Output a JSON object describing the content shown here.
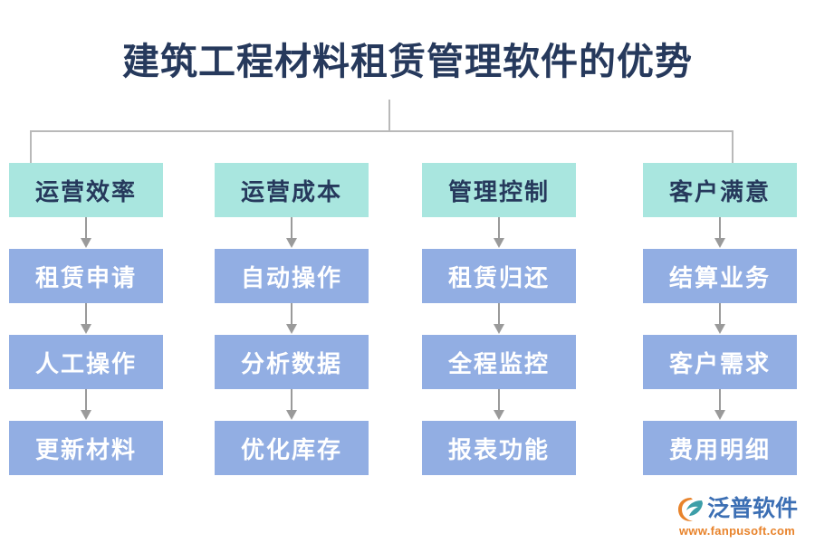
{
  "title": "建筑工程材料租赁管理软件的优势",
  "colors": {
    "title_text": "#26395C",
    "header_box_bg": "#A9E6DF",
    "header_box_text": "#26395C",
    "item_box_bg": "#92AEE3",
    "item_box_text": "#FFFFFF",
    "connector_line": "#B9B9B9",
    "arrow": "#9A9A9A",
    "logo_name": "#3C6FB4",
    "logo_url": "#E8832B",
    "background": "#FFFFFF"
  },
  "diagram": {
    "type": "tree",
    "root_label": "建筑工程材料租赁管理软件的优势",
    "columns": [
      {
        "header": "运营效率",
        "items": [
          "租赁申请",
          "人工操作",
          "更新材料"
        ]
      },
      {
        "header": "运营成本",
        "items": [
          "自动操作",
          "分析数据",
          "优化库存"
        ]
      },
      {
        "header": "管理控制",
        "items": [
          "租赁归还",
          "全程监控",
          "报表功能"
        ]
      },
      {
        "header": "客户满意",
        "items": [
          "结算业务",
          "客户需求",
          "费用明细"
        ]
      }
    ]
  },
  "logo": {
    "name": "泛普软件",
    "url": "www.fanpusoft.com",
    "mark": "fanpu-leaf-icon"
  }
}
